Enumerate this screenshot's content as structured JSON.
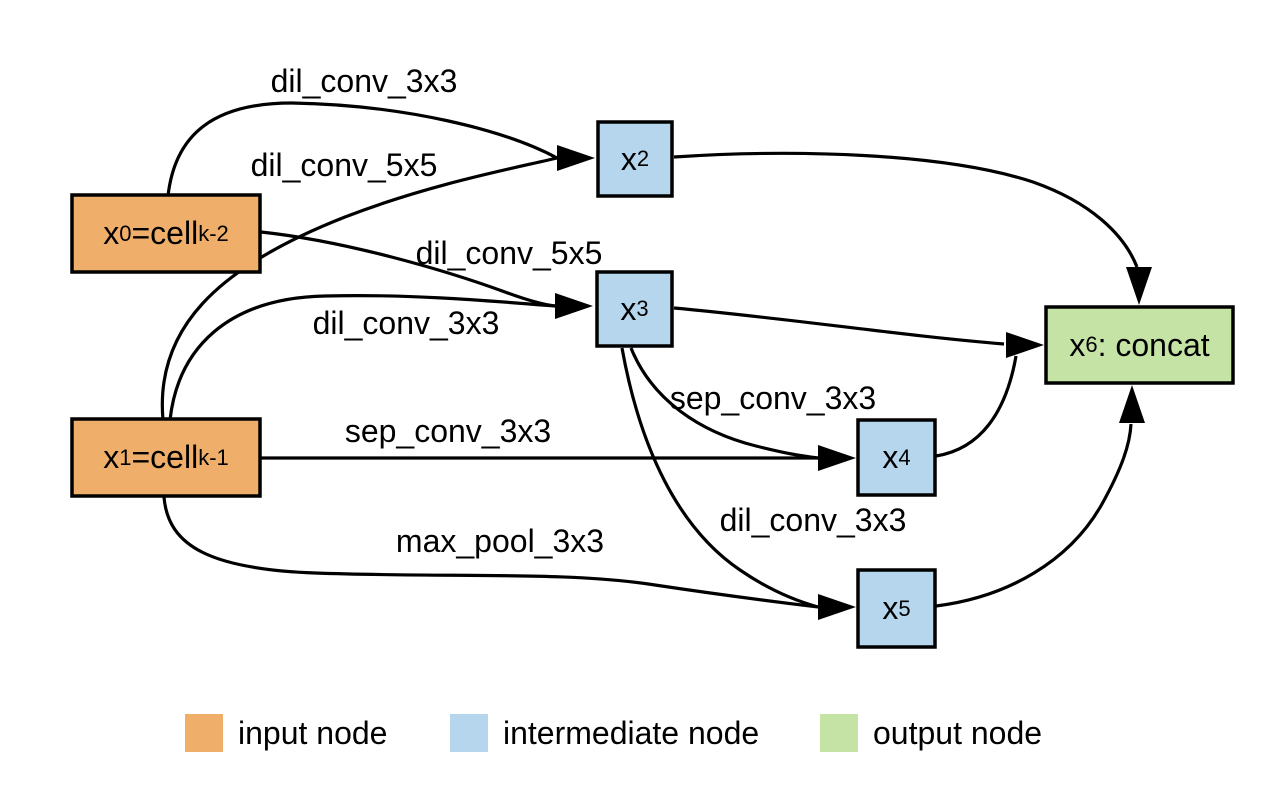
{
  "nodes": {
    "x0": {
      "base": "x",
      "sub": "0",
      "suffix": "=cell",
      "suffix_sub": "k-2",
      "type": "input node"
    },
    "x1": {
      "base": "x",
      "sub": "1",
      "suffix": "=cell",
      "suffix_sub": "k-1",
      "type": "input node"
    },
    "x2": {
      "base": "x",
      "sub": "2",
      "type": "intermediate node"
    },
    "x3": {
      "base": "x",
      "sub": "3",
      "type": "intermediate node"
    },
    "x4": {
      "base": "x",
      "sub": "4",
      "type": "intermediate node"
    },
    "x5": {
      "base": "x",
      "sub": "5",
      "type": "intermediate node"
    },
    "x6": {
      "base": "x",
      "sub": "6",
      "suffix": ": concat",
      "type": "output node"
    }
  },
  "edges": [
    {
      "from": "x0",
      "to": "x2",
      "label": "dil_conv_3x3"
    },
    {
      "from": "x1",
      "to": "x2",
      "label": "dil_conv_5x5"
    },
    {
      "from": "x0",
      "to": "x3",
      "label": "dil_conv_5x5"
    },
    {
      "from": "x1",
      "to": "x3",
      "label": "dil_conv_3x3"
    },
    {
      "from": "x1",
      "to": "x4",
      "label": "sep_conv_3x3"
    },
    {
      "from": "x3",
      "to": "x4",
      "label": "sep_conv_3x3"
    },
    {
      "from": "x3",
      "to": "x5",
      "label": "dil_conv_3x3"
    },
    {
      "from": "x1",
      "to": "x5",
      "label": "max_pool_3x3"
    }
  ],
  "output_edges": [
    {
      "from": "x2",
      "to": "x6"
    },
    {
      "from": "x3",
      "to": "x6"
    },
    {
      "from": "x4",
      "to": "x6"
    },
    {
      "from": "x5",
      "to": "x6"
    }
  ],
  "legend": {
    "items": [
      {
        "label": "input node",
        "color": "#F0AE6B"
      },
      {
        "label": "intermediate node",
        "color": "#B5D6EC"
      },
      {
        "label": "output node",
        "color": "#C6E3A6"
      }
    ]
  },
  "colors": {
    "input_node": "#F0AE6B",
    "intermediate_node": "#B5D6EC",
    "output_node": "#C6E3A6",
    "edge": "#000000",
    "background": "#ffffff"
  }
}
